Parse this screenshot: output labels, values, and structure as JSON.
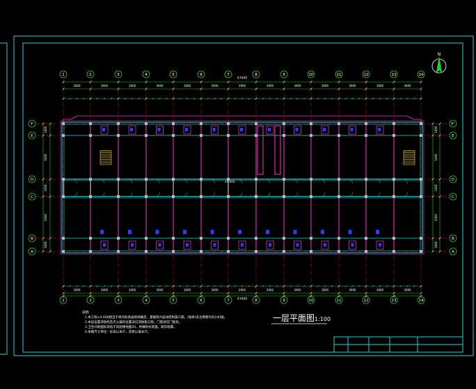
{
  "colors": {
    "background": "#000000",
    "frame": "#19d8d8",
    "grid_axis": "#e01010",
    "dimension": "#20d020",
    "wall": "#ff2fd0",
    "furniture": "#2a3dff",
    "text": "#ffffff",
    "column": "#bbbbbb"
  },
  "drawing": {
    "title": "一层平面图",
    "scale": "1:100",
    "total_length": "47400",
    "corridor_elevation": "±0.000",
    "north_arrow": "north-arrow-icon"
  },
  "axes": {
    "columns": [
      "1",
      "2",
      "3",
      "4",
      "5",
      "6",
      "7",
      "8",
      "9",
      "10",
      "11",
      "12",
      "13",
      "14"
    ],
    "rows_left": [
      "F",
      "E",
      "D",
      "C",
      "B",
      "A"
    ],
    "rows_right": [
      "F'",
      "E",
      "D",
      "C",
      "B",
      "A"
    ]
  },
  "dimensions": {
    "top_bays": [
      "3600",
      "3600",
      "3600",
      "3600",
      "3600",
      "3600",
      "3900",
      "3600",
      "3600",
      "3600",
      "3600",
      "3600",
      "3600"
    ],
    "bottom_bays": [
      "3600",
      "3600",
      "3600",
      "3600",
      "3600",
      "3600",
      "3900",
      "3600",
      "3600",
      "3600",
      "3600",
      "3600",
      "3600"
    ],
    "left_rows": [
      "1800",
      "5400",
      "2400",
      "5400",
      "1800"
    ],
    "right_rows": [
      "1800",
      "5400",
      "2400",
      "5400",
      "1800"
    ]
  },
  "notes": {
    "heading": "说明:",
    "lines": [
      "1.本工程±0.000相当于绝对标高由现场确定，基础持力层详结构施工图，(墙体)未注明者均为240墙。",
      "2.本层设置消防栓及灭火器的位置详见消防施工图，门窗详见门窗表。",
      "3.卫生间地面标高低于同层楼地面20，并做防水处理，坡向地漏。",
      "4.本图尺寸单位：标高以米计，其余以毫米计。"
    ]
  },
  "title_block": {
    "cells": [
      "",
      "",
      "",
      "",
      "",
      ""
    ]
  }
}
